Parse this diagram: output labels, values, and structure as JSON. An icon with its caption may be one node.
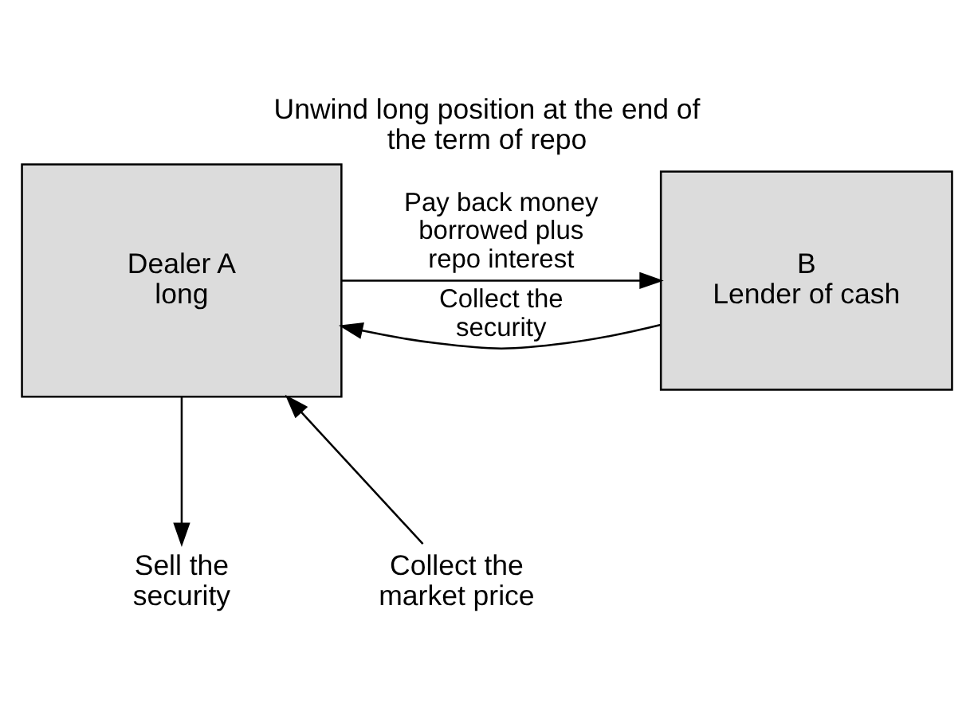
{
  "diagram": {
    "title": "Unwind long position at the end of the term of repo",
    "nodes": [
      {
        "text": [
          "Dealer A",
          "long"
        ]
      },
      {
        "text": [
          "B",
          "Lender of cash"
        ]
      },
      {
        "text": [
          "Collect the market price"
        ]
      },
      {
        "text": [
          "Sell the security"
        ]
      }
    ],
    "edges": [
      {
        "from": 0,
        "to": 1,
        "arrow": "to",
        "label": "Pay back money borrowed plus repo interest"
      },
      {
        "from": 1,
        "to": 0,
        "arrow": "to",
        "label": "Collect the security"
      },
      {
        "from": 2,
        "to": 0,
        "arrow": "to"
      },
      {
        "from": 0,
        "to": 3,
        "arrow": "to"
      }
    ]
  }
}
